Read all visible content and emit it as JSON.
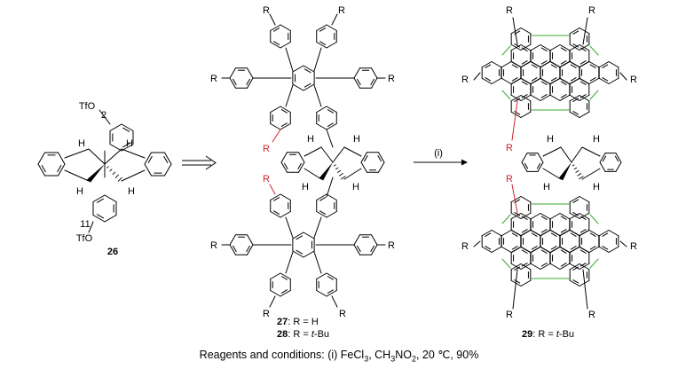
{
  "structures": {
    "s26": {
      "top_group": "TfO",
      "top_locant": "2",
      "bottom_group": "TfO",
      "bottom_locant": "11",
      "h": "H",
      "label": "26"
    },
    "s27_28": {
      "r": "R",
      "h": "H",
      "label_27_num": "27",
      "label_27_text": ": R = H",
      "label_28_num": "28",
      "label_28_text": ": R = ",
      "label_28_tbu": "t",
      "label_28_tbu_rest": "-Bu"
    },
    "s29": {
      "r": "R",
      "h": "H",
      "label_num": "29",
      "label_text": ": R = ",
      "label_tbu": "t",
      "label_tbu_rest": "-Bu"
    }
  },
  "arrows": {
    "retro": "⟹",
    "forward_label": "(i)"
  },
  "caption": {
    "prefix": "Reagents and conditions: (i) FeCl",
    "sub1": "3",
    "mid1": ", CH",
    "sub2": "3",
    "mid2": "NO",
    "sub3": "2",
    "suffix": ", 20  ℃, 90%"
  },
  "colors": {
    "bond": "#000000",
    "new_bond": "#3aaa35",
    "highlight_r": "#d2232a"
  }
}
